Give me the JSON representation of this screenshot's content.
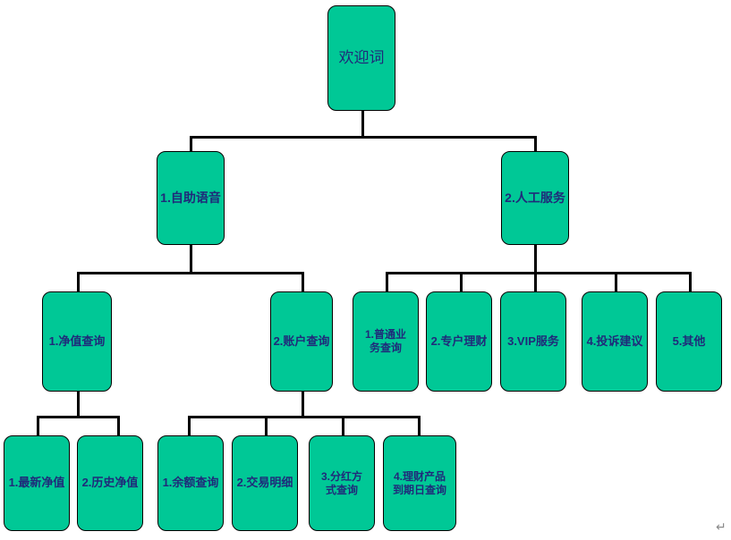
{
  "document": {
    "type": "flowchart",
    "paragraph_mark": "↵",
    "colors": {
      "node_fill": "#00c896",
      "node_border": "#000000",
      "node_text": "#1f2a7a",
      "connector": "#000000",
      "background": "#ffffff",
      "paragraph_mark": "#8a8a8a"
    }
  },
  "chart_data": {
    "type": "diagram",
    "title": "欢迎词",
    "nodes": [
      {
        "id": "root",
        "label": "欢迎词",
        "level": 0,
        "parent": null
      },
      {
        "id": "n1",
        "label": "1.自助语音",
        "level": 1,
        "parent": "root"
      },
      {
        "id": "n2",
        "label": "2.人工服务",
        "level": 1,
        "parent": "root"
      },
      {
        "id": "n1-1",
        "label": "1.净值查询",
        "level": 2,
        "parent": "n1"
      },
      {
        "id": "n1-2",
        "label": "2.账户查询",
        "level": 2,
        "parent": "n1"
      },
      {
        "id": "n2-1",
        "label": "1.普通业\n务查询",
        "level": 2,
        "parent": "n2"
      },
      {
        "id": "n2-2",
        "label": "2.专户理财",
        "level": 2,
        "parent": "n2"
      },
      {
        "id": "n2-3",
        "label": "3.VIP服务",
        "level": 2,
        "parent": "n2"
      },
      {
        "id": "n2-4",
        "label": "4.投诉建议",
        "level": 2,
        "parent": "n2"
      },
      {
        "id": "n2-5",
        "label": "5.其他",
        "level": 2,
        "parent": "n2"
      },
      {
        "id": "n1-1-1",
        "label": "1.最新净值",
        "level": 3,
        "parent": "n1-1"
      },
      {
        "id": "n1-1-2",
        "label": "2.历史净值",
        "level": 3,
        "parent": "n1-1"
      },
      {
        "id": "n1-2-1",
        "label": "1.余额查询",
        "level": 3,
        "parent": "n1-2"
      },
      {
        "id": "n1-2-2",
        "label": "2.交易明细",
        "level": 3,
        "parent": "n1-2"
      },
      {
        "id": "n1-2-3",
        "label": "3.分红方\n式查询",
        "level": 3,
        "parent": "n1-2"
      },
      {
        "id": "n1-2-4",
        "label": "4.理财产品\n到期日查询",
        "level": 3,
        "parent": "n1-2"
      }
    ],
    "edges": [
      {
        "from": "root",
        "to": "n1"
      },
      {
        "from": "root",
        "to": "n2"
      },
      {
        "from": "n1",
        "to": "n1-1"
      },
      {
        "from": "n1",
        "to": "n1-2"
      },
      {
        "from": "n2",
        "to": "n2-1"
      },
      {
        "from": "n2",
        "to": "n2-2"
      },
      {
        "from": "n2",
        "to": "n2-3"
      },
      {
        "from": "n2",
        "to": "n2-4"
      },
      {
        "from": "n2",
        "to": "n2-5"
      },
      {
        "from": "n1-1",
        "to": "n1-1-1"
      },
      {
        "from": "n1-1",
        "to": "n1-1-2"
      },
      {
        "from": "n1-2",
        "to": "n1-2-1"
      },
      {
        "from": "n1-2",
        "to": "n1-2-2"
      },
      {
        "from": "n1-2",
        "to": "n1-2-3"
      },
      {
        "from": "n1-2",
        "to": "n1-2-4"
      }
    ]
  },
  "nodes": {
    "root": {
      "label": "欢迎词"
    },
    "n1": {
      "label": "1.自助语音"
    },
    "n2": {
      "label": "2.人工服务"
    },
    "n1_1": {
      "label": "1.净值查询"
    },
    "n1_2": {
      "label": "2.账户查询"
    },
    "n2_1": {
      "label": "1.普通业\n务查询"
    },
    "n2_2": {
      "label": "2.专户理财"
    },
    "n2_3": {
      "label": "3.VIP服务"
    },
    "n2_4": {
      "label": "4.投诉建议"
    },
    "n2_5": {
      "label": "5.其他"
    },
    "n1_1_1": {
      "label": "1.最新净值"
    },
    "n1_1_2": {
      "label": "2.历史净值"
    },
    "n1_2_1": {
      "label": "1.余额查询"
    },
    "n1_2_2": {
      "label": "2.交易明细"
    },
    "n1_2_3": {
      "label": "3.分红方\n式查询"
    },
    "n1_2_4": {
      "label": "4.理财产品\n到期日查询"
    }
  }
}
